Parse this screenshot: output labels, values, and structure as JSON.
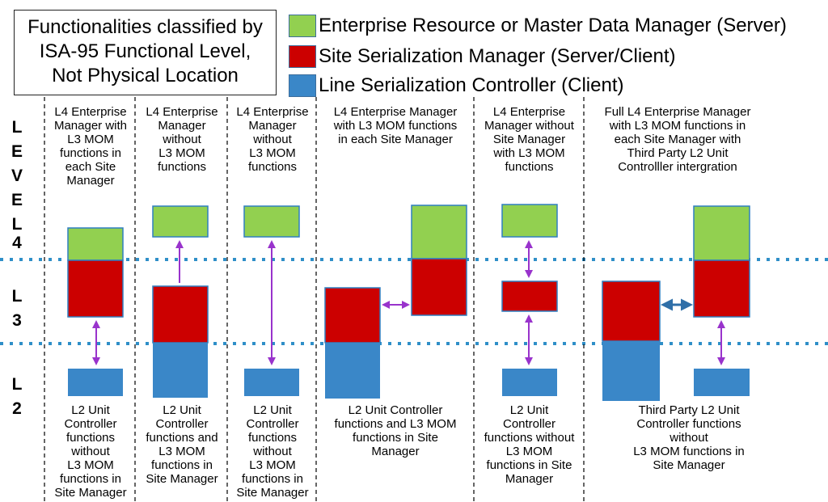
{
  "title_box": {
    "lines": [
      "Functionalities classified by",
      "ISA-95 Functional Level,",
      "Not Physical Location"
    ]
  },
  "legend": [
    {
      "label": "Enterprise Resource or Master Data Manager (Server)",
      "color": "#92d050"
    },
    {
      "label": "Site Serialization Manager (Server/Client)",
      "color": "#cc0000"
    },
    {
      "label": "Line Serialization Controller (Client)",
      "color": "#3a87c8"
    }
  ],
  "level_labels": {
    "level_letters": [
      "L",
      "E",
      "V",
      "E",
      "L"
    ],
    "l4": "4",
    "l3": [
      "L",
      "3"
    ],
    "l2": [
      "L",
      "2"
    ]
  },
  "columns": [
    {
      "top_lines": [
        "L4 Enterprise",
        "Manager with",
        "L3 MOM",
        "functions in",
        "each Site",
        "Manager"
      ],
      "bottom_lines": [
        "L2 Unit",
        "Controller",
        "functions",
        "without",
        "L3 MOM",
        "functions in",
        "Site Manager"
      ]
    },
    {
      "top_lines": [
        "L4 Enterprise",
        "Manager",
        "without",
        "L3 MOM",
        "functions"
      ],
      "bottom_lines": [
        "L2 Unit",
        "Controller",
        "functions and",
        "L3 MOM",
        "functions in",
        "Site Manager"
      ]
    },
    {
      "top_lines": [
        "L4 Enterprise",
        "Manager",
        "without",
        "L3 MOM",
        "functions"
      ],
      "bottom_lines": [
        "L2 Unit",
        "Controller",
        "functions",
        "without",
        "L3 MOM",
        "functions in",
        "Site Manager"
      ]
    },
    {
      "top_lines": [
        "L4 Enterprise Manager",
        "with L3 MOM functions",
        "in each Site Manager"
      ],
      "bottom_lines": [
        "L2 Unit Controller",
        "functions and L3 MOM",
        "functions in Site",
        "Manager"
      ]
    },
    {
      "top_lines": [
        "L4 Enterprise",
        "Manager without",
        "Site Manager",
        "with L3 MOM",
        "functions"
      ],
      "bottom_lines": [
        "L2 Unit",
        "Controller",
        "functions without",
        "L3 MOM",
        "functions in Site",
        "Manager"
      ]
    },
    {
      "top_lines": [
        "Full L4 Enterprise Manager",
        "with L3 MOM functions in",
        "each Site Manager with",
        "Third Party L2 Unit",
        "Controlller intergration"
      ],
      "bottom_lines": [
        "Third Party L2 Unit",
        "Controller functions",
        "without",
        "L3 MOM  functions in",
        "Site Manager"
      ]
    }
  ],
  "colors": {
    "enterprise": "#92d050",
    "site": "#cc0000",
    "line": "#3a87c8",
    "arrow": "#9933cc",
    "blue_arrow": "#2f6fa8",
    "level_divider": "#2f8fc8"
  }
}
